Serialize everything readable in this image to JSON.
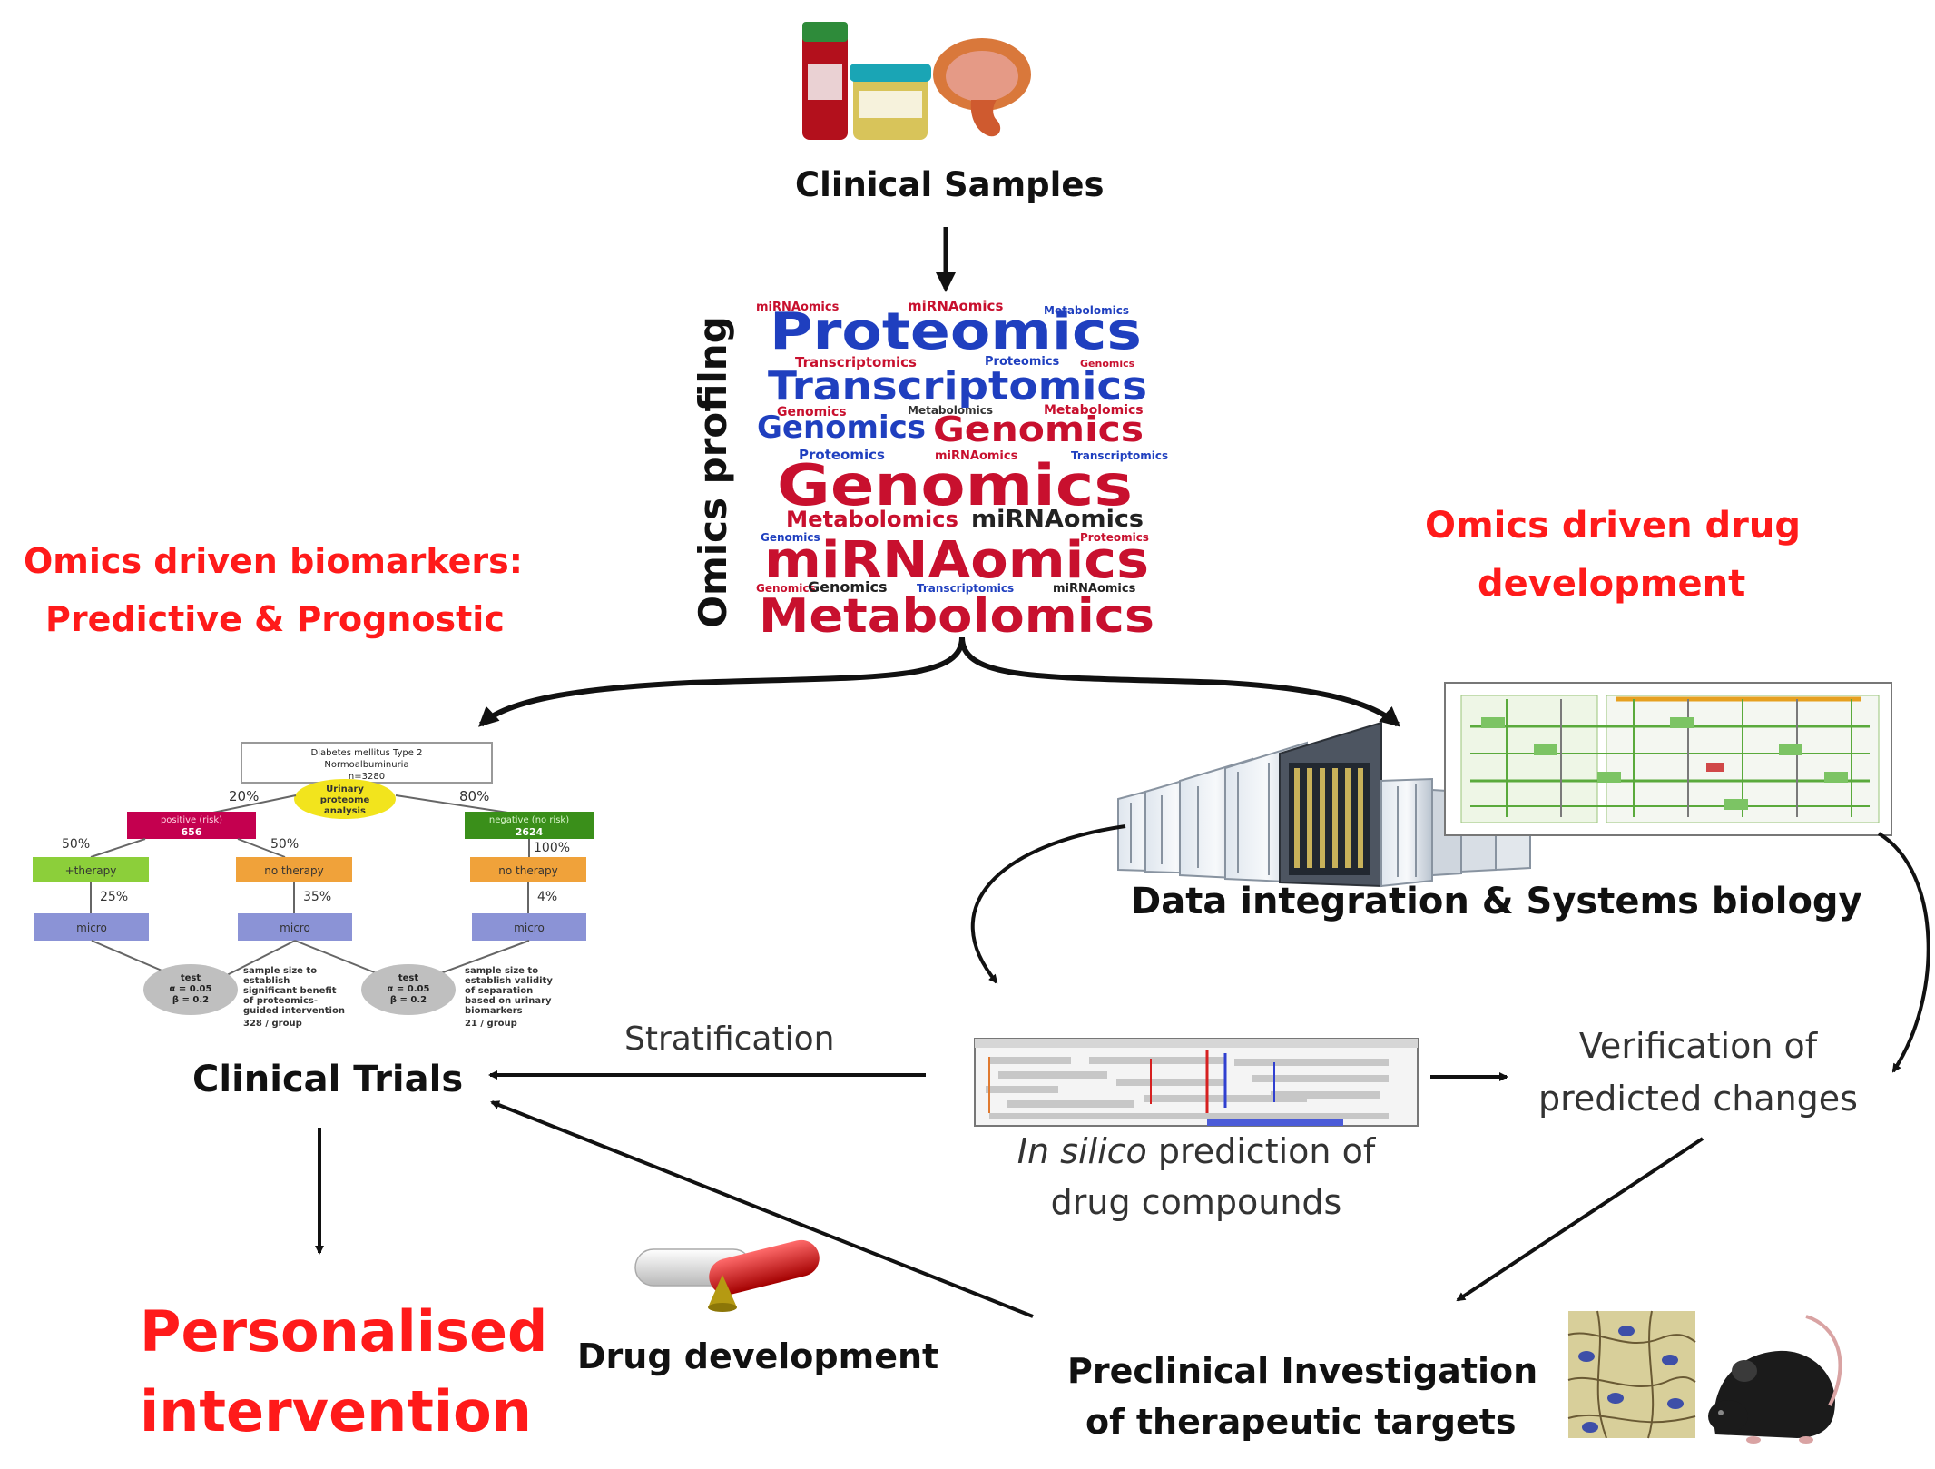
{
  "title": {
    "clinical_samples": "Clinical Samples",
    "omics_profiling": "Omics profilng"
  },
  "wordcloud": {
    "large": [
      "Proteomics",
      "Transcriptomics",
      "Genomics",
      "Genomics",
      "Genomics",
      "miRNAomics",
      "Metabolomics"
    ],
    "medium": [
      "Metabolomics",
      "miRNAomics"
    ],
    "small": [
      "miRNAomics",
      "Metabolomics",
      "Transcriptomics",
      "Proteomics",
      "Genomics",
      "Genomics",
      "Metabolomics",
      "Genomics",
      "Proteomics",
      "miRNAomics",
      "Transcriptomics",
      "Genomics",
      "Proteomics",
      "Genomics",
      "miRNAomics",
      "Transcriptomics"
    ]
  },
  "headings": {
    "biomarkers_line1": "Omics driven biomarkers:",
    "biomarkers_line2": "Predictive & Prognostic",
    "drugdev_line1": "Omics driven drug",
    "drugdev_line2": "development"
  },
  "flowchart": {
    "root_line1": "Diabetes mellitus Type 2",
    "root_line2": "Normoalbuminuria",
    "root_line3": "n=3280",
    "oval_line1": "Urinary",
    "oval_line2": "proteome",
    "oval_line3": "analysis",
    "pct_left": "20%",
    "pct_right": "80%",
    "left_box_line1": "positive (risk)",
    "left_box_line2": "656",
    "right_box_line1": "negative (no risk)",
    "right_box_line2": "2624",
    "pct_50a": "50%",
    "pct_50b": "50%",
    "pct_100": "100%",
    "therapy": "+therapy",
    "no_therapy_a": "no therapy",
    "no_therapy_b": "no therapy",
    "pct_25": "25%",
    "pct_35": "35%",
    "pct_4": "4%",
    "micro_a": "micro",
    "micro_b": "micro",
    "micro_c": "micro",
    "test_a_line1": "test",
    "test_a_line2": "α = 0.05",
    "test_a_line3": "β = 0.2",
    "test_b_line1": "test",
    "test_b_line2": "α = 0.05",
    "test_b_line3": "β = 0.2",
    "note_a_line1": "sample size to",
    "note_a_line2": "establish",
    "note_a_line3": "significant benefit",
    "note_a_line4": "of proteomics-",
    "note_a_line5": "guided intervention",
    "note_a_line6": "328 / group",
    "note_b_line1": "sample size to",
    "note_b_line2": "establish validity",
    "note_b_line3": "of separation",
    "note_b_line4": "based on urinary",
    "note_b_line5": "biomarkers",
    "note_b_line6": "21 / group"
  },
  "labels": {
    "data_integration": "Data integration & Systems biology",
    "stratification": "Stratification",
    "clinical_trials": "Clinical Trials",
    "insilico_italic": "In silico",
    "insilico_rest": " prediction of",
    "insilico_line2": "drug compounds",
    "verification_line1": "Verification of",
    "verification_line2": "predicted changes",
    "personalised_line1": "Personalised",
    "personalised_line2": "intervention",
    "drug_development": "Drug development",
    "preclinical_line1": "Preclinical Investigation",
    "preclinical_line2": "of therapeutic targets"
  },
  "colors": {
    "heading_red": "#ff1a1a",
    "cloud_blue": "#1f3fbf",
    "cloud_red": "#c8102e",
    "box_magenta": "#c4004f",
    "box_green_dark": "#3a8f1a",
    "box_green_light": "#8ccf3a",
    "box_orange": "#f0a23a",
    "box_violet": "#8b93d6",
    "oval_yellow": "#f2e41d"
  },
  "icons": [
    "sample-tubes-icon",
    "kidney-icon",
    "server-rack-icon",
    "pathway-map-icon",
    "genome-browser-icon",
    "capsule-icon",
    "tissue-slide-icon",
    "mouse-icon"
  ]
}
